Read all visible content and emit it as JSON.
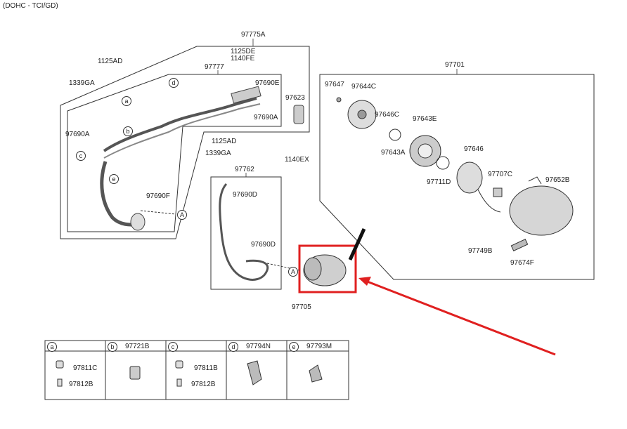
{
  "header": {
    "engine": "(DOHC - TCI/GD)"
  },
  "groups": {
    "hose_assy": "97775A",
    "hose": "97777",
    "pipe": "97762",
    "compressor": "97701"
  },
  "parts": {
    "p1125DE": "1125DE",
    "p1140FE": "1140FE",
    "p1125AD_top": "1125AD",
    "p1339GA_left": "1339GA",
    "p97690E": "97690E",
    "p97623": "97623",
    "p97690A_right": "97690A",
    "p97690A_left": "97690A",
    "p1125AD_mid": "1125AD",
    "p1339GA_mid": "1339GA",
    "p1140EX": "1140EX",
    "p97690F": "97690F",
    "p97690D_top": "97690D",
    "p97690D_mid": "97690D",
    "p97705": "97705",
    "p97647": "97647",
    "p97644C": "97644C",
    "p97646C": "97646C",
    "p97643E": "97643E",
    "p97643A": "97643A",
    "p97646": "97646",
    "p97711D": "97711D",
    "p97707C": "97707C",
    "p97652B": "97652B",
    "p97749B": "97749B",
    "p97674F": "97674F"
  },
  "callouts": {
    "a": "a",
    "b": "b",
    "c": "c",
    "d": "d",
    "e": "e",
    "A": "A"
  },
  "legend": {
    "cells": [
      {
        "key": "a",
        "title": "",
        "parts": [
          "97811C",
          "97812B"
        ]
      },
      {
        "key": "b",
        "title": "97721B",
        "parts": []
      },
      {
        "key": "c",
        "title": "",
        "parts": [
          "97811B",
          "97812B"
        ]
      },
      {
        "key": "d",
        "title": "97794N",
        "parts": []
      },
      {
        "key": "e",
        "title": "97793M",
        "parts": []
      }
    ]
  },
  "colors": {
    "highlight": "#e02020",
    "line": "#333333",
    "pointer": "#111111"
  }
}
